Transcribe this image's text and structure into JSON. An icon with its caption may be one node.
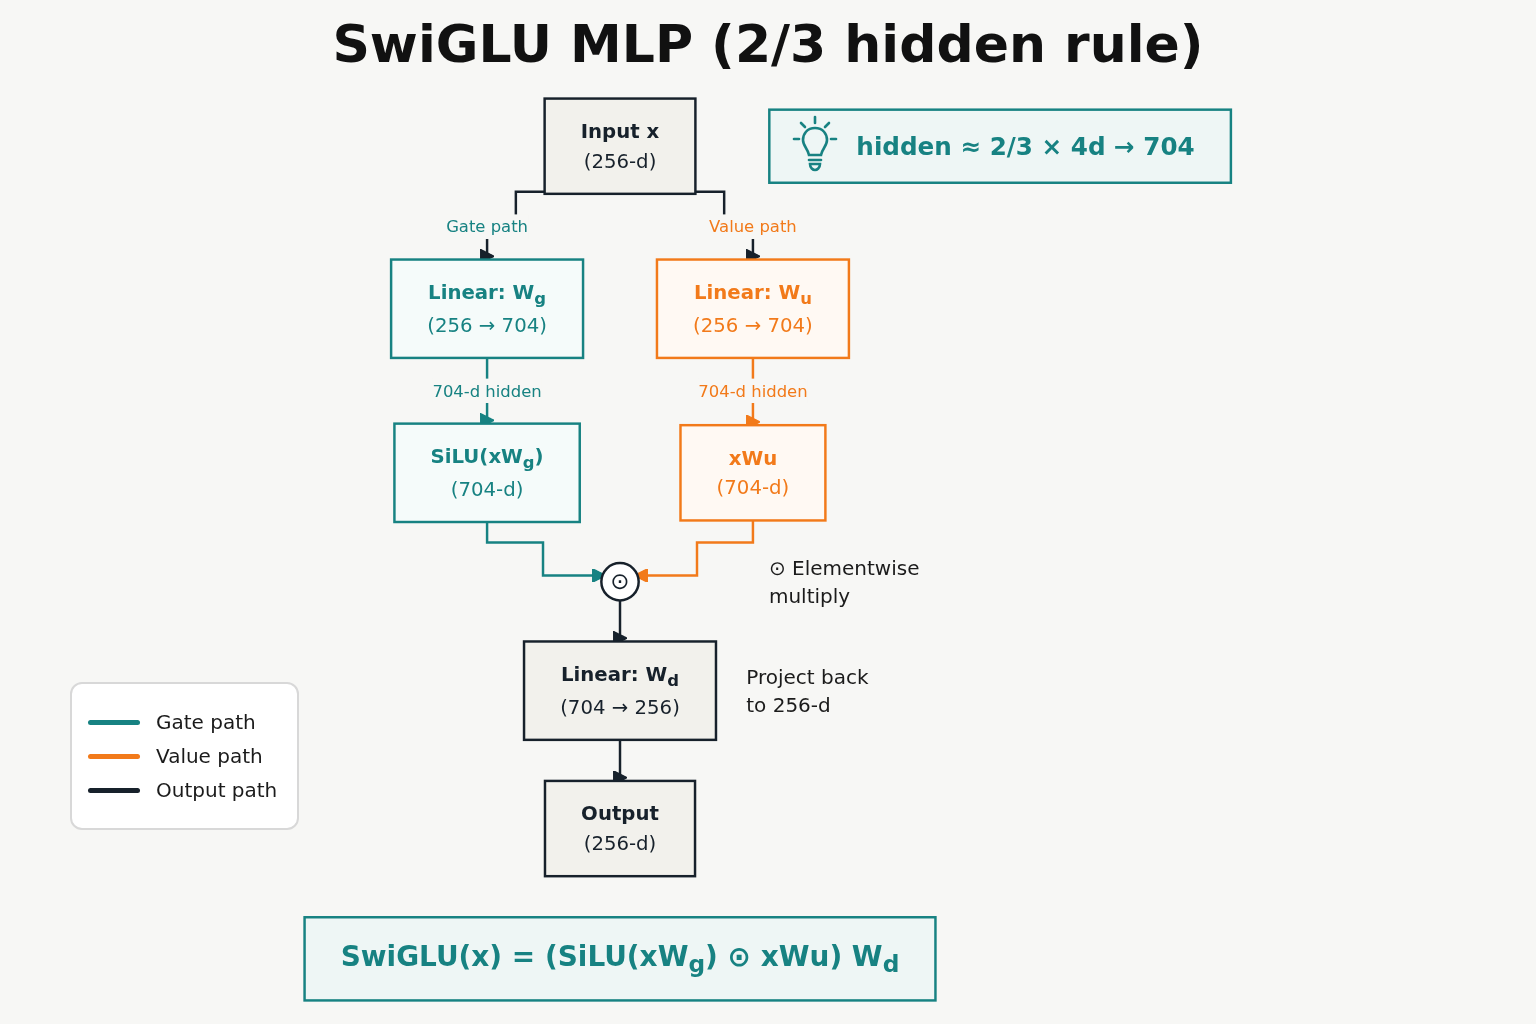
{
  "diagram": {
    "title": "SwiGLU MLP (2/3 hidden rule)",
    "nodes": [
      {
        "text": [
          "Input x",
          "(256-d)"
        ]
      },
      {
        "text": [
          "Linear: W$_{g}$",
          "(256 → 704)"
        ]
      },
      {
        "text": [
          "Linear: W$_{u}$",
          "(256 → 704)"
        ]
      },
      {
        "text": [
          "SiLU(xW$_{g}$)",
          "(704-d)"
        ]
      },
      {
        "text": [
          "xWu",
          "(704-d)"
        ]
      },
      {
        "text": [
          "⊙"
        ]
      },
      {
        "text": [
          "Linear: W$_{d}$",
          "(704 → 256)"
        ],
        "beside": [
          "Project back to 256-d"
        ]
      },
      {
        "text": [
          "Output",
          "(256-d)"
        ]
      },
      {
        "text": [
          "hidden ≈ 2/3 × 4d → 704"
        ]
      },
      {
        "text": [
          "SwiGLU(x) = (SiLU(xW$_{g}$) ⊙ xWu) W$_{d}$"
        ]
      }
    ],
    "edges": [
      {
        "from": 0,
        "to": 1,
        "arrow": "to",
        "label": "Gate path"
      },
      {
        "from": 0,
        "to": 2,
        "arrow": "to",
        "label": "Value path"
      },
      {
        "from": 1,
        "to": 3,
        "arrow": "to",
        "label": "704-d hidden",
        "color": "#178282"
      },
      {
        "from": 2,
        "to": 4,
        "arrow": "to",
        "label": "704-d hidden",
        "color": "#f27a1a"
      },
      {
        "from": 3,
        "to": 5,
        "arrow": "to",
        "color": "#178282"
      },
      {
        "from": 4,
        "to": 5,
        "arrow": "to",
        "color": "#f27a1a"
      },
      {
        "from": 5,
        "to": 6,
        "arrow": "to"
      },
      {
        "from": 6,
        "to": 7,
        "arrow": "to"
      }
    ],
    "labels": [
      "⊙ Elementwise multiply"
    ],
    "legend": [
      {
        "text": "Gate path",
        "color": "#178282"
      },
      {
        "text": "Value path",
        "color": "#f27a1a"
      },
      {
        "text": "Output path",
        "color": "#17212b"
      }
    ]
  }
}
